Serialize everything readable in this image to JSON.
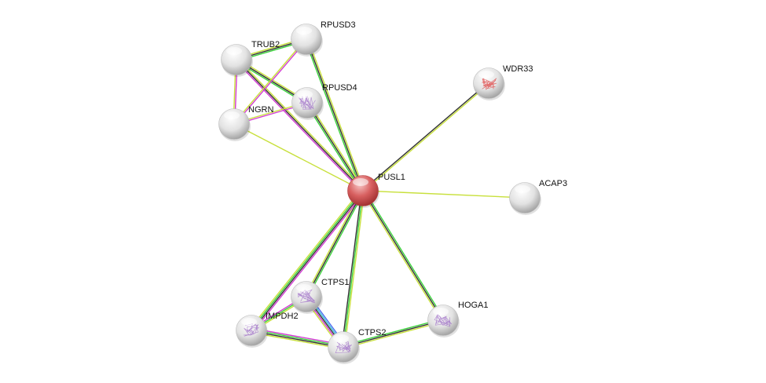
{
  "network": {
    "colors": {
      "green": "#3cd23c",
      "black": "#333333",
      "yellow": "#c8e03c",
      "magenta": "#d23cd2",
      "blue": "#4b6bf0",
      "cyan": "#3cc0d8",
      "query_node": "#d85c5c",
      "node": "#e6e6e6"
    },
    "nodes": [
      {
        "id": "PUSL1",
        "label": "PUSL1",
        "query": true
      },
      {
        "id": "RPUSD3",
        "label": "RPUSD3"
      },
      {
        "id": "TRUB2",
        "label": "TRUB2"
      },
      {
        "id": "RPUSD4",
        "label": "RPUSD4",
        "structure": true
      },
      {
        "id": "NGRN",
        "label": "NGRN"
      },
      {
        "id": "WDR33",
        "label": "WDR33",
        "structure": true,
        "structure_color": "#e05050"
      },
      {
        "id": "ACAP3",
        "label": "ACAP3"
      },
      {
        "id": "CTPS1",
        "label": "CTPS1",
        "structure": true
      },
      {
        "id": "IMPDH2",
        "label": "IMPDH2",
        "structure": true
      },
      {
        "id": "CTPS2",
        "label": "CTPS2",
        "structure": true
      },
      {
        "id": "HOGA1",
        "label": "HOGA1",
        "structure": true
      }
    ],
    "edges": [
      {
        "a": "PUSL1",
        "b": "RPUSD3",
        "evidence": [
          "green",
          "black",
          "yellow"
        ]
      },
      {
        "a": "PUSL1",
        "b": "TRUB2",
        "evidence": [
          "magenta",
          "black",
          "yellow"
        ]
      },
      {
        "a": "PUSL1",
        "b": "RPUSD4",
        "evidence": [
          "green",
          "black",
          "yellow"
        ]
      },
      {
        "a": "PUSL1",
        "b": "NGRN",
        "evidence": [
          "yellow"
        ]
      },
      {
        "a": "PUSL1",
        "b": "WDR33",
        "evidence": [
          "black",
          "yellow"
        ]
      },
      {
        "a": "PUSL1",
        "b": "ACAP3",
        "evidence": [
          "yellow"
        ]
      },
      {
        "a": "PUSL1",
        "b": "CTPS1",
        "evidence": [
          "green",
          "black",
          "yellow"
        ]
      },
      {
        "a": "PUSL1",
        "b": "IMPDH2",
        "evidence": [
          "magenta",
          "black",
          "green",
          "yellow"
        ]
      },
      {
        "a": "PUSL1",
        "b": "CTPS2",
        "evidence": [
          "yellow",
          "green",
          "black"
        ]
      },
      {
        "a": "PUSL1",
        "b": "HOGA1",
        "evidence": [
          "green",
          "black",
          "yellow"
        ]
      },
      {
        "a": "TRUB2",
        "b": "RPUSD3",
        "evidence": [
          "yellow",
          "black",
          "green"
        ]
      },
      {
        "a": "TRUB2",
        "b": "RPUSD4",
        "evidence": [
          "yellow",
          "black",
          "green"
        ]
      },
      {
        "a": "TRUB2",
        "b": "NGRN",
        "evidence": [
          "magenta",
          "yellow"
        ]
      },
      {
        "a": "RPUSD3",
        "b": "NGRN",
        "evidence": [
          "magenta",
          "yellow"
        ]
      },
      {
        "a": "NGRN",
        "b": "RPUSD4",
        "evidence": [
          "yellow",
          "magenta"
        ]
      },
      {
        "a": "CTPS1",
        "b": "CTPS2",
        "evidence": [
          "blue",
          "cyan",
          "black",
          "magenta",
          "yellow"
        ]
      },
      {
        "a": "IMPDH2",
        "b": "CTPS1",
        "evidence": [
          "magenta",
          "green",
          "yellow"
        ]
      },
      {
        "a": "IMPDH2",
        "b": "CTPS2",
        "evidence": [
          "magenta",
          "green",
          "black",
          "yellow"
        ]
      },
      {
        "a": "CTPS2",
        "b": "HOGA1",
        "evidence": [
          "green",
          "black",
          "yellow"
        ]
      }
    ]
  }
}
